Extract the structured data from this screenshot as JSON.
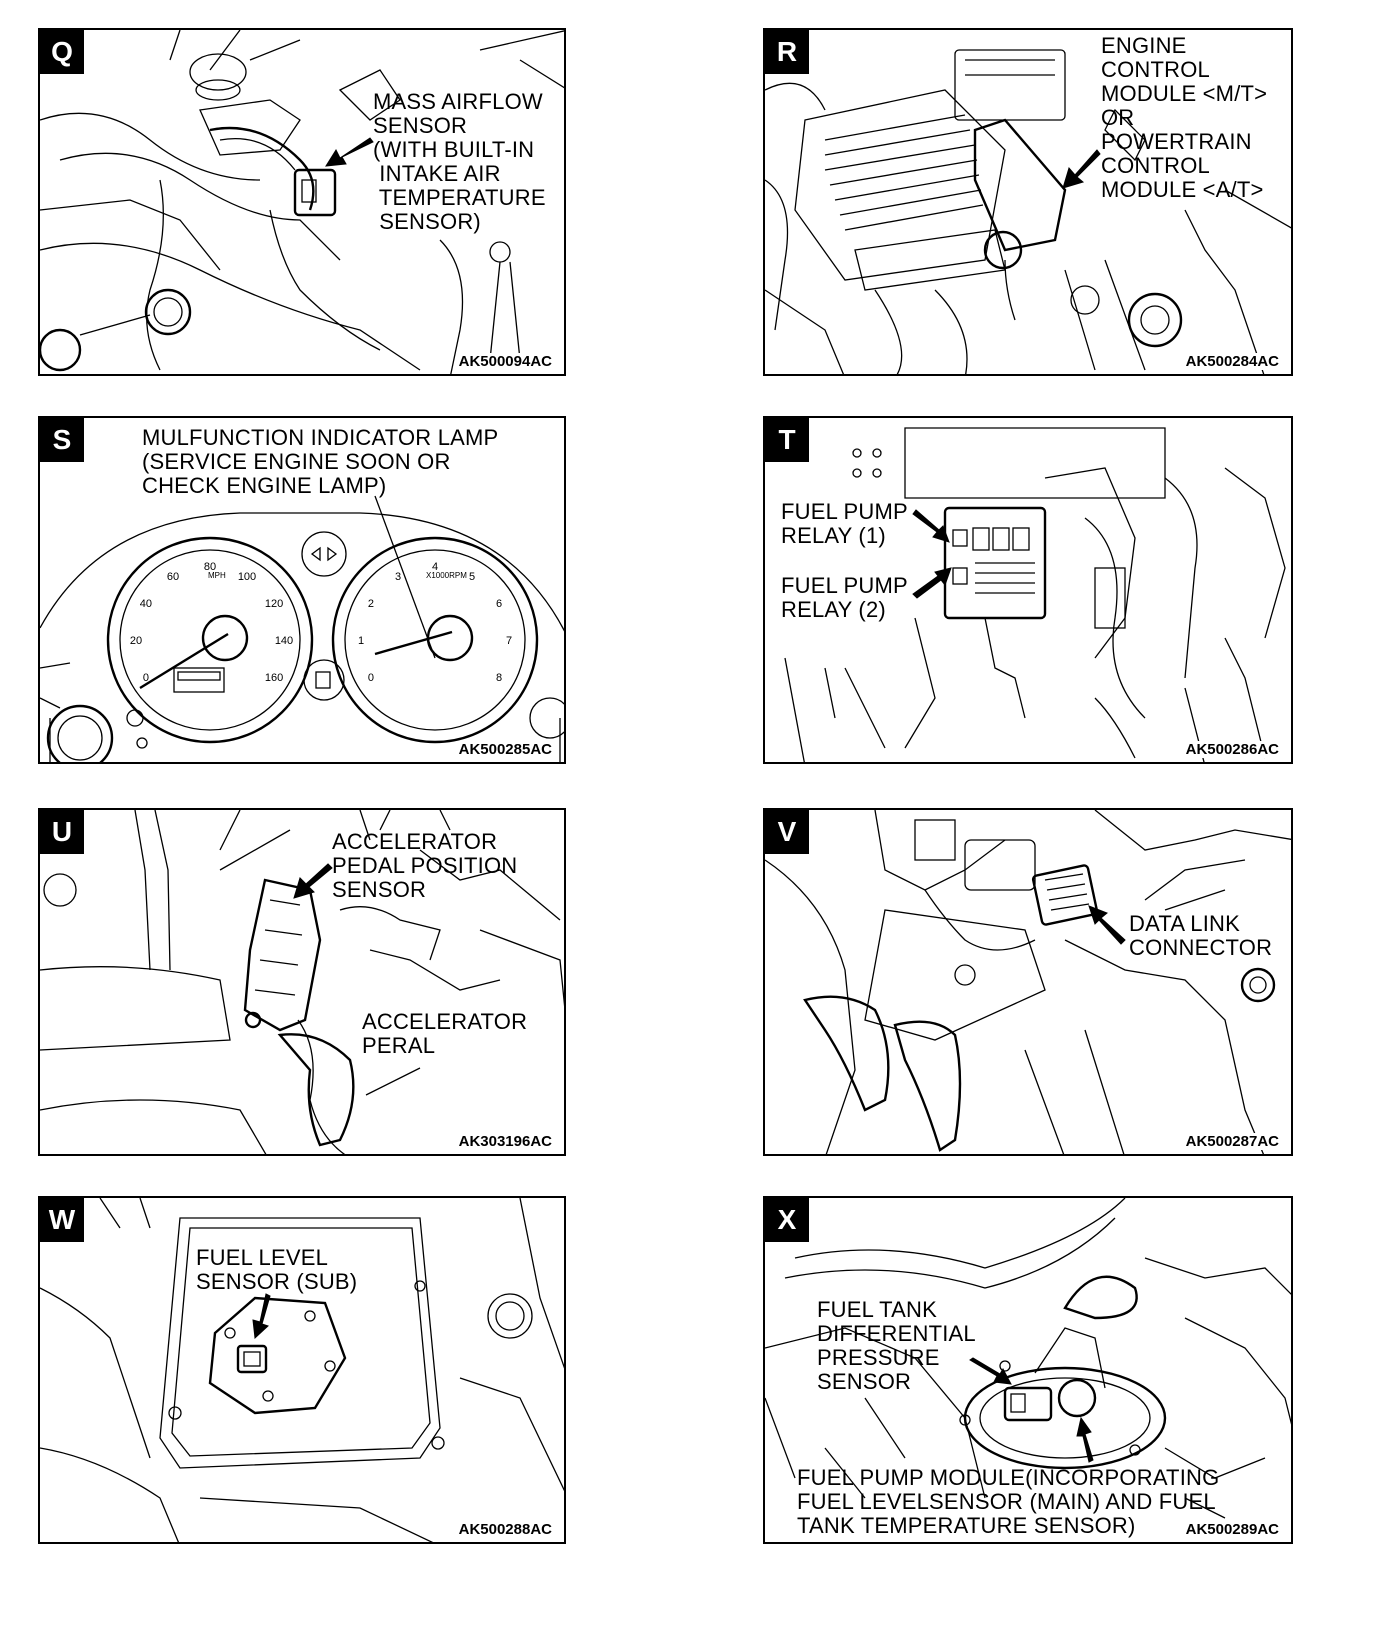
{
  "panels": [
    {
      "letter": "Q",
      "code": "AK500094AC",
      "label": "MASS AIRFLOW\nSENSOR\n(WITH BUILT-IN\n INTAKE AIR\n TEMPERATURE\n SENSOR)"
    },
    {
      "letter": "R",
      "code": "AK500284AC",
      "label": "ENGINE\nCONTROL\nMODULE <M/T>\nOR\nPOWERTRAIN\nCONTROL\nMODULE <A/T>"
    },
    {
      "letter": "S",
      "code": "AK500285AC",
      "label": "MULFUNCTION INDICATOR LAMP\n(SERVICE ENGINE SOON OR\nCHECK ENGINE LAMP)"
    },
    {
      "letter": "T",
      "code": "AK500286AC",
      "label1": "FUEL PUMP\nRELAY (1)",
      "label2": "FUEL PUMP\nRELAY (2)"
    },
    {
      "letter": "U",
      "code": "AK303196AC",
      "label1": "ACCELERATOR\nPEDAL POSITION\nSENSOR",
      "label2": "ACCELERATOR\nPERAL"
    },
    {
      "letter": "V",
      "code": "AK500287AC",
      "label": "DATA LINK\nCONNECTOR"
    },
    {
      "letter": "W",
      "code": "AK500288AC",
      "label": "FUEL LEVEL\nSENSOR (SUB)"
    },
    {
      "letter": "X",
      "code": "AK500289AC",
      "label1": "FUEL TANK\nDIFFERENTIAL\nPRESSURE\nSENSOR",
      "label2": "FUEL PUMP MODULE(INCORPORATING\nFUEL LEVELSENSOR (MAIN) AND FUEL\nTANK TEMPERATURE SENSOR)"
    }
  ],
  "gauges": {
    "speedometer": {
      "unit": "MPH",
      "ticks": [
        "0",
        "20",
        "40",
        "60",
        "80",
        "100",
        "120",
        "140",
        "160"
      ]
    },
    "tachometer": {
      "unit": "X1000RPM",
      "ticks": [
        "0",
        "1",
        "2",
        "3",
        "4",
        "5",
        "6",
        "7",
        "8"
      ]
    }
  }
}
